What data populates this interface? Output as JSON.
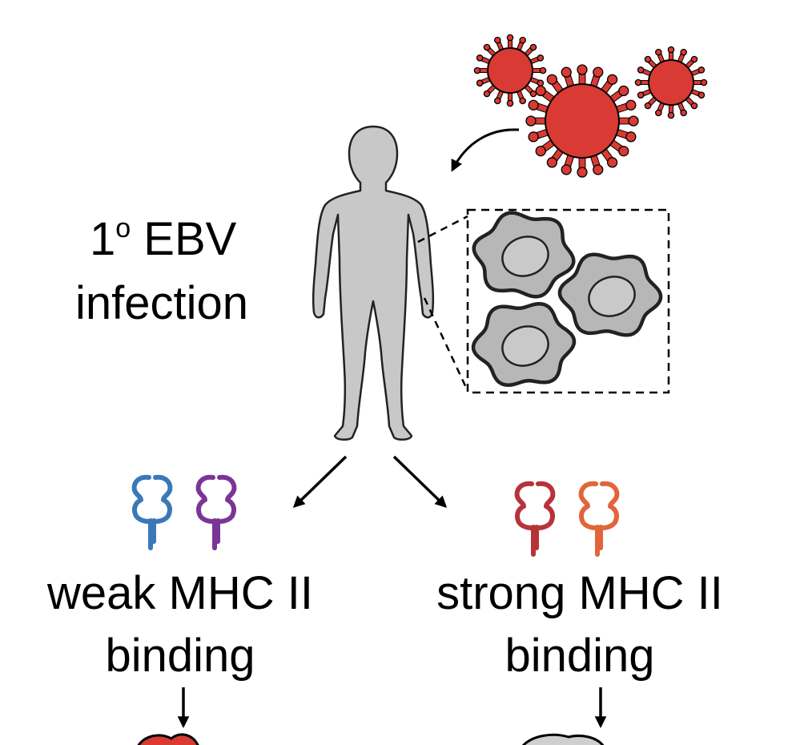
{
  "title": {
    "line1": "1",
    "line1_sup": "o",
    "line1_rest": " EBV",
    "line2": "infection"
  },
  "branches": [
    {
      "label_line1": "weak MHC II",
      "label_line2": "binding",
      "molecule_colors": [
        "#3B78B8",
        "#7B3596"
      ]
    },
    {
      "label_line1": "strong MHC II",
      "label_line2": "binding",
      "molecule_colors": [
        "#B8323A",
        "#E2653A"
      ]
    }
  ],
  "colors": {
    "virus": "#D93A33",
    "body": "#C8C8C8",
    "cell": "#B7B7B7",
    "nucleus": "#C9C9C9",
    "outline": "#222222"
  }
}
